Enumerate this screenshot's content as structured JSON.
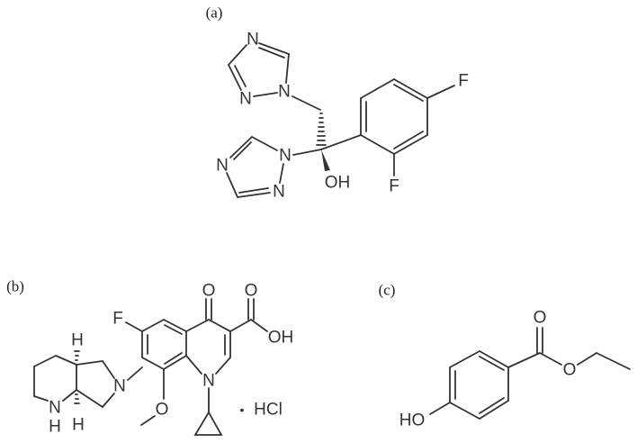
{
  "figure": {
    "panels": [
      {
        "label": "(a)",
        "compound": "fluconazole",
        "atoms": {
          "triazole_top_N4": "N",
          "triazole_top_N1": "N",
          "triazole_top_N2": "N",
          "triazole_bottom_N4": "N",
          "triazole_bottom_N1": "N",
          "triazole_bottom_N2": "N",
          "hydroxyl": "OH",
          "fluoro_para": "F",
          "fluoro_ortho": "F"
        }
      },
      {
        "label": "(b)",
        "compound": "moxifloxacin hydrochloride",
        "atoms": {
          "fluoro": "F",
          "keto_O": "O",
          "acid_O": "O",
          "acid_OH": "OH",
          "quinolone_N": "N",
          "pyrrolidine_N": "N",
          "piperidine_NH_N": "N",
          "piperidine_NH_H": "H",
          "stereo_H_top": "H",
          "stereo_H_bottom": "H",
          "methoxy_O": "O",
          "salt_dot": "•",
          "salt": "HCl"
        }
      },
      {
        "label": "(c)",
        "compound": "ethylparaben",
        "atoms": {
          "carbonyl_O": "O",
          "ester_O": "O",
          "hydroxyl": "HO"
        }
      }
    ]
  }
}
